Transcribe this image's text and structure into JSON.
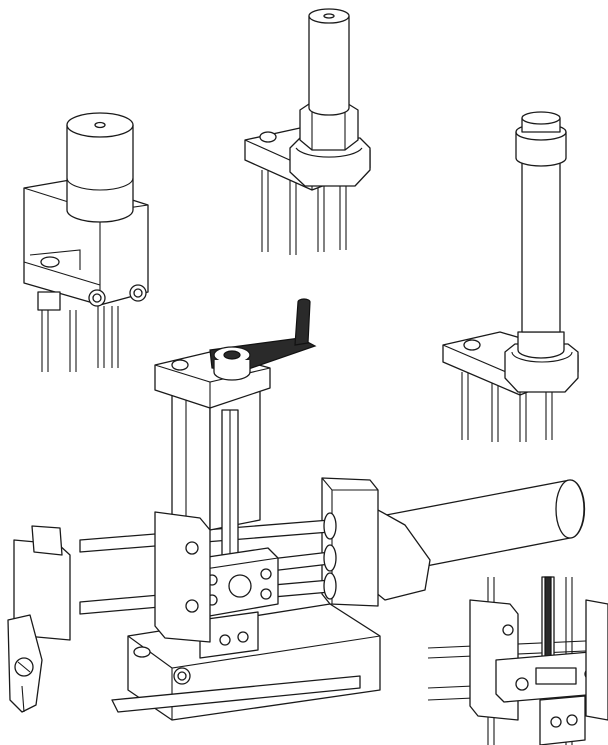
{
  "figure": {
    "kind": "technical-line-drawing",
    "colors": {
      "line": "#1a1a1a",
      "background": "#ffffff",
      "handle": "#2a2a2a"
    },
    "views": [
      {
        "id": "square-block-with-cylinder",
        "text": ""
      },
      {
        "id": "flange-block-with-hex-cylinder",
        "text": ""
      },
      {
        "id": "plate-with-long-cylinder",
        "text": ""
      },
      {
        "id": "crank-handle-slide-assembly",
        "text": ""
      },
      {
        "id": "detail-view-corner",
        "text": ""
      }
    ]
  }
}
